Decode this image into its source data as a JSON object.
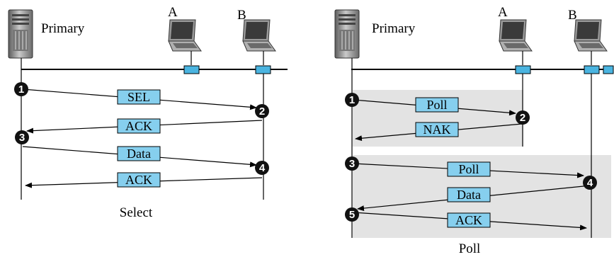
{
  "select": {
    "primary_label": "Primary",
    "station_a_label": "A",
    "station_b_label": "B",
    "caption": "Select",
    "messages": [
      "SEL",
      "ACK",
      "Data",
      "ACK"
    ],
    "step_numbers": [
      "1",
      "2",
      "3",
      "4"
    ]
  },
  "poll": {
    "primary_label": "Primary",
    "station_a_label": "A",
    "station_b_label": "B",
    "caption": "Poll",
    "messages": [
      "Poll",
      "NAK",
      "Poll",
      "Data",
      "ACK"
    ],
    "step_numbers": [
      "1",
      "2",
      "3",
      "4",
      "5"
    ]
  },
  "colors": {
    "message_box": "#86cfee",
    "highlight_region": "#e3e3e3",
    "step_circle": "#111111"
  },
  "icons": [
    "server-icon",
    "laptop-icon",
    "network-tap-icon",
    "step-number-icon"
  ]
}
